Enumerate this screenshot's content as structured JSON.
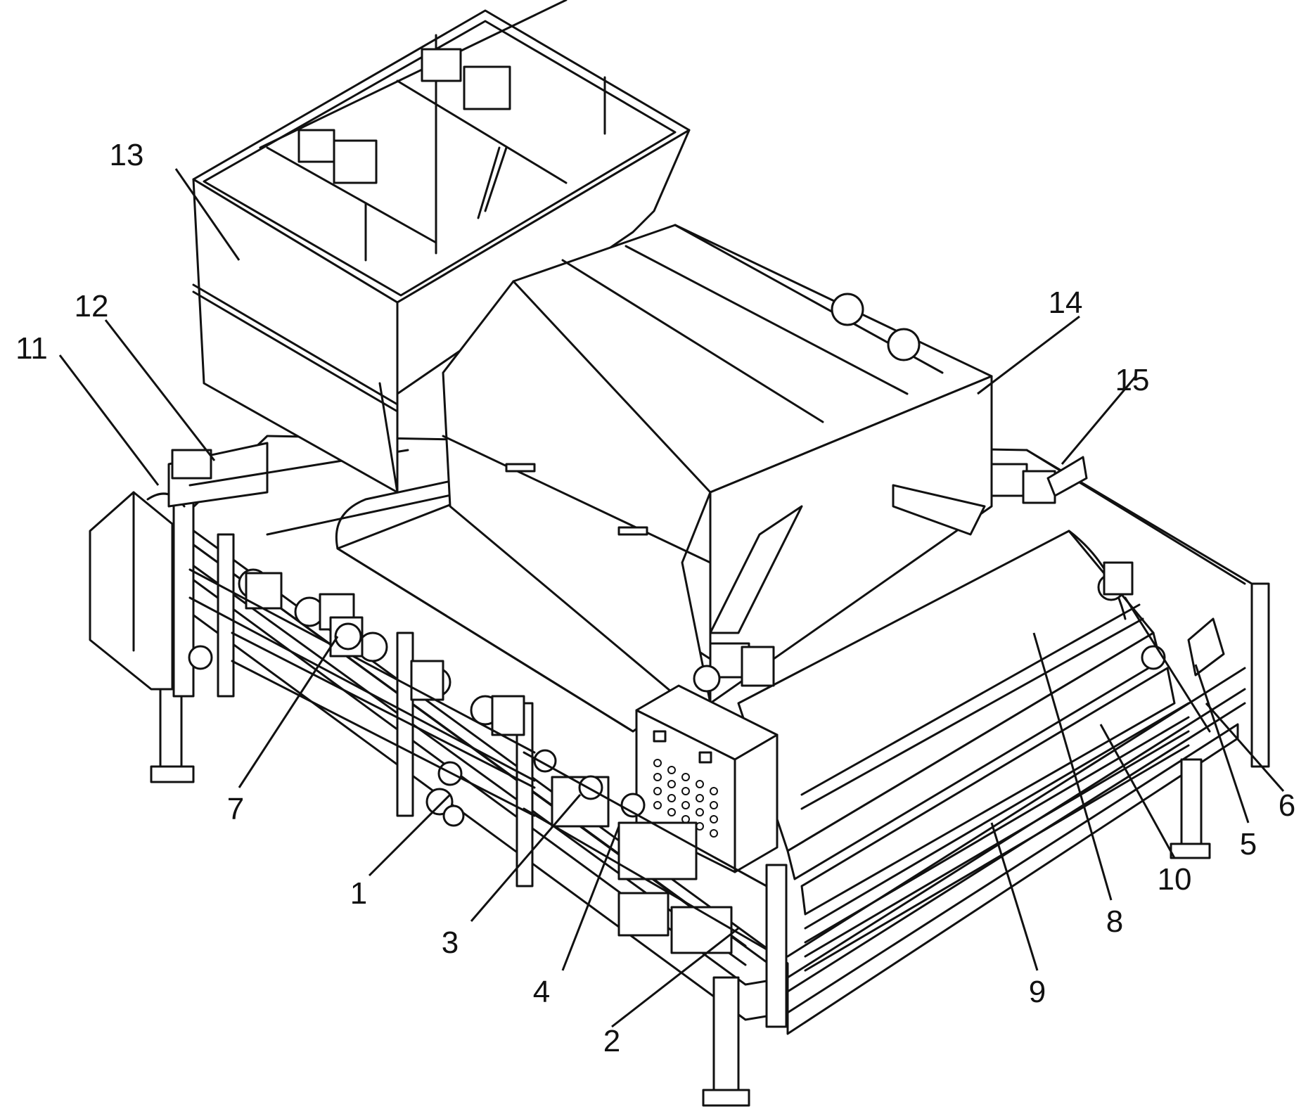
{
  "figure": {
    "part_labels": [
      "1",
      "2",
      "3",
      "4",
      "5",
      "6",
      "7",
      "8",
      "9",
      "10",
      "11",
      "12",
      "13",
      "14",
      "15"
    ]
  },
  "colors": {
    "line": "#111111",
    "background": "#ffffff"
  }
}
